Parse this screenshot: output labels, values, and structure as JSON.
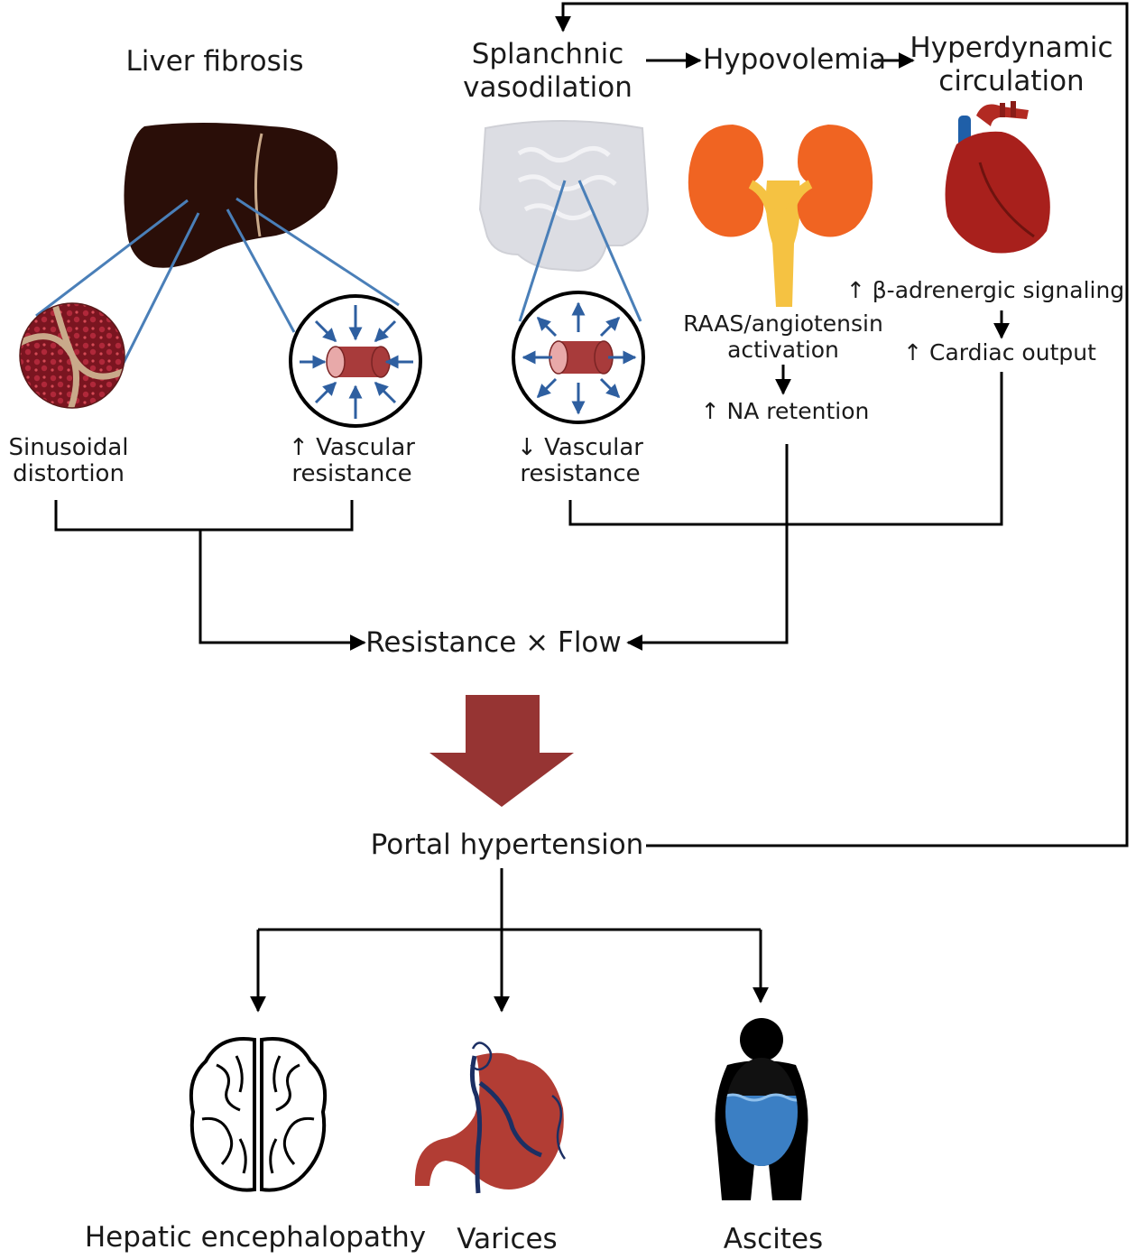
{
  "title_liver": "Liver fibrosis",
  "splanchnic": {
    "line1": "Splanchnic",
    "line2": "vasodilation"
  },
  "hypovolemia": "Hypovolemia",
  "hyperdynamic": {
    "line1": "Hyperdynamic",
    "line2": "circulation"
  },
  "sinusoidal": {
    "line1": "Sinusoidal",
    "line2": "distortion"
  },
  "vasc_up": {
    "line1": "↑ Vascular",
    "line2": "resistance"
  },
  "vasc_down": {
    "line1": "↓ Vascular",
    "line2": "resistance"
  },
  "raas": {
    "line1": "RAAS/angiotensin",
    "line2": "activation"
  },
  "na_retention": "↑ NA retention",
  "beta": "↑ β-adrenergic signaling",
  "cardiac": "↑ Cardiac output",
  "resistance_flow": "Resistance × Flow",
  "portal": "Portal hypertension",
  "outcomes": {
    "he": "Hepatic encephalopathy",
    "varices": "Varices",
    "ascites": "Ascites"
  },
  "colors": {
    "line": "#000000",
    "link_blue": "#4a7fb8",
    "arrow_red": "#963433",
    "liver": "#2a0e08",
    "kidney": "#f06422",
    "ureter": "#f5c242",
    "heart": "#a8201c",
    "intestine": "#dcdde3",
    "stomach": "#b23d34",
    "vein": "#1c2f63",
    "water": "#3b7fc4"
  }
}
